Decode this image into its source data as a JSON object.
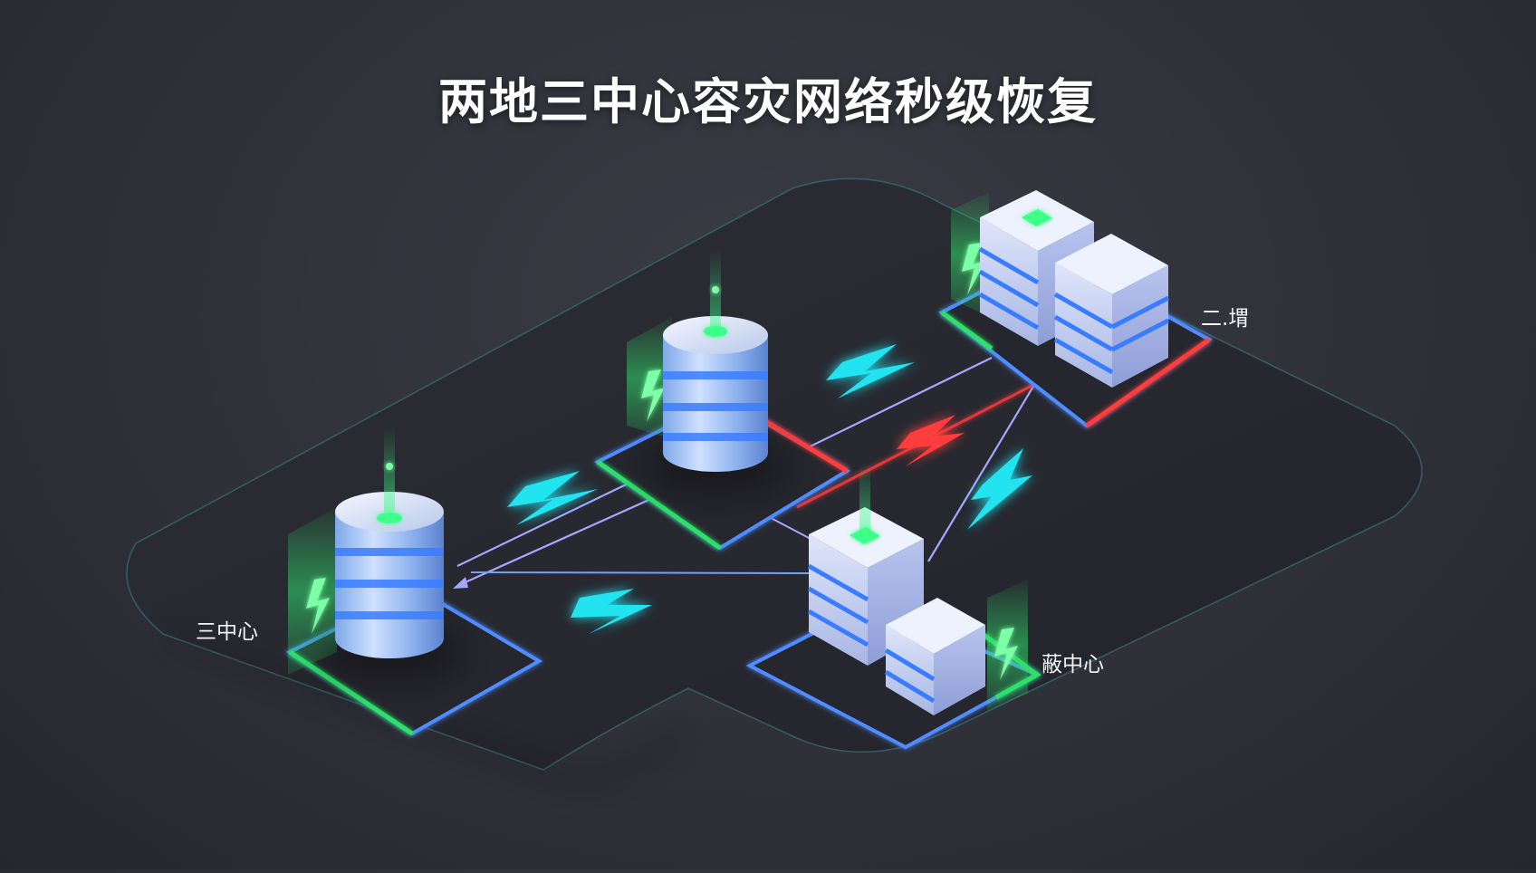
{
  "title": "两地三中心容灾网络秒级恢复",
  "nodes": [
    {
      "id": "a",
      "label": "三中心",
      "icon": "database-cylinder-icon"
    },
    {
      "id": "b",
      "label": "",
      "icon": "database-cylinder-icon"
    },
    {
      "id": "c",
      "label": "二.㙕",
      "icon": "server-cluster-icon"
    },
    {
      "id": "d",
      "label": "蔽中心",
      "icon": "server-cluster-icon"
    }
  ],
  "colors": {
    "green": "#2fe06a",
    "blue": "#4f8dff",
    "red": "#ff3d3d",
    "cyan": "#23e3f0",
    "purple": "#a7a6ff"
  }
}
